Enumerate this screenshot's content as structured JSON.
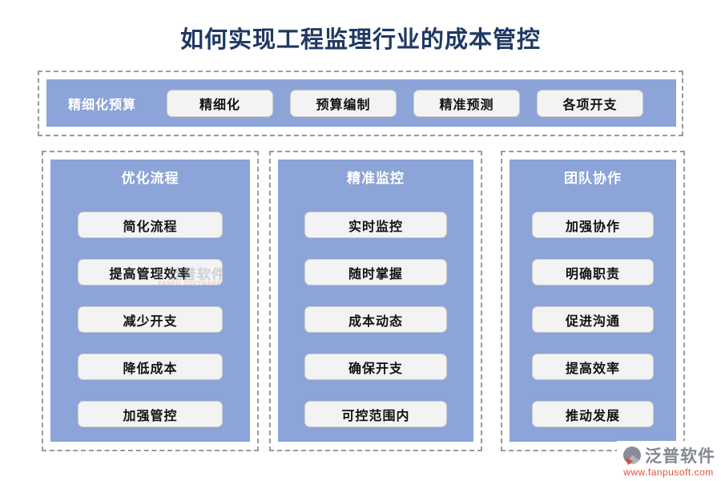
{
  "title": "如何实现工程监理行业的成本管控",
  "top_section": {
    "label": "精细化预算",
    "items": [
      "精细化",
      "预算编制",
      "精准预测",
      "各项开支"
    ]
  },
  "columns": [
    {
      "title": "优化流程",
      "items": [
        "简化流程",
        "提高管理效率",
        "减少开支",
        "降低成本",
        "加强管控"
      ]
    },
    {
      "title": "精准监控",
      "items": [
        "实时监控",
        "随时掌握",
        "成本动态",
        "确保开支",
        "可控范围内"
      ]
    },
    {
      "title": "团队协作",
      "items": [
        "加强协作",
        "明确职责",
        "促进沟通",
        "提高效率",
        "推动发展"
      ]
    }
  ],
  "watermark": {
    "text": "泛普软件",
    "subtext": "FANPU SOFTWARE"
  },
  "branding": {
    "logo_text": "泛普软件",
    "logo_url": "www.fanpusoft.com"
  },
  "colors": {
    "title": "#1f3864",
    "panel_blue": "#8ca4d8",
    "pill_bg": "#f3f3f3",
    "dashed_border": "#9a9a9a",
    "logo_gray": "#83888f",
    "logo_red": "#e2503c"
  }
}
